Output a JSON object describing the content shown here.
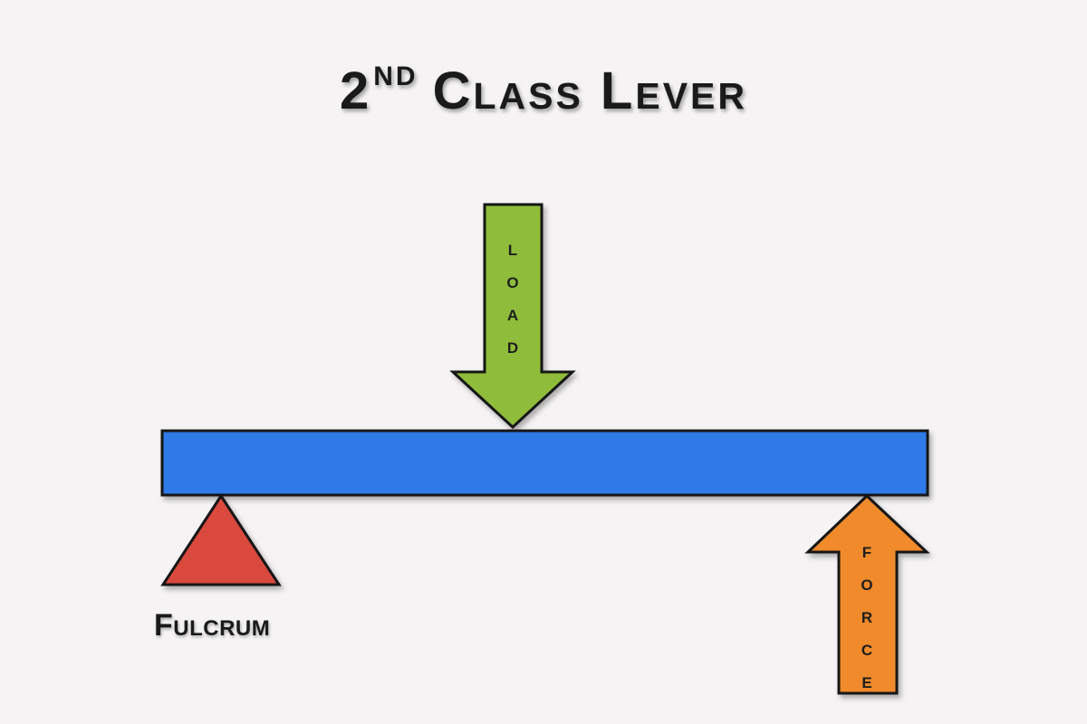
{
  "title": {
    "number": "2",
    "superscript": "ND",
    "text": "Class Lever"
  },
  "labels": {
    "load": "LOAD",
    "force": "FORCE",
    "fulcrum": "Fulcrum"
  },
  "colors": {
    "background": "#f5f3f4",
    "beam": "#2f7ae6",
    "load_arrow": "#8fbd3b",
    "force_arrow": "#f08a2c",
    "fulcrum": "#d9493e",
    "outline": "#141414"
  }
}
